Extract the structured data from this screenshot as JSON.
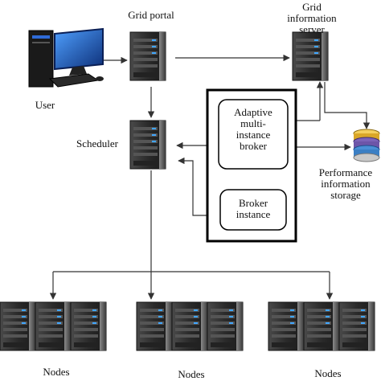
{
  "labels": {
    "grid_portal": "Grid portal",
    "grid_info_server_l1": "Grid",
    "grid_info_server_l2": "information",
    "grid_info_server_l3": "server",
    "user": "User",
    "scheduler": "Scheduler",
    "broker_l1": "Adaptive",
    "broker_l2": "multi-",
    "broker_l3": "instance",
    "broker_l4": "broker",
    "instance_l1": "Broker",
    "instance_l2": "instance",
    "perf_l1": "Performance",
    "perf_l2": "information",
    "perf_l3": "storage",
    "nodes_1": "Nodes",
    "nodes_2": "Nodes",
    "nodes_3": "Nodes"
  },
  "colors": {
    "server_dark": "#1c1c1c",
    "server_face": "#3a3a3a",
    "server_light": "#6d6d6d",
    "led_blue": "#3fa6ff",
    "arrow": "#333333",
    "monitor_blue": "#1e4fa8",
    "db_gold": "#d9a628",
    "db_purple": "#6d55a8",
    "db_blue": "#3b7fc4"
  },
  "icons": [
    "server-icon",
    "user-computer-icon",
    "database-icon"
  ]
}
